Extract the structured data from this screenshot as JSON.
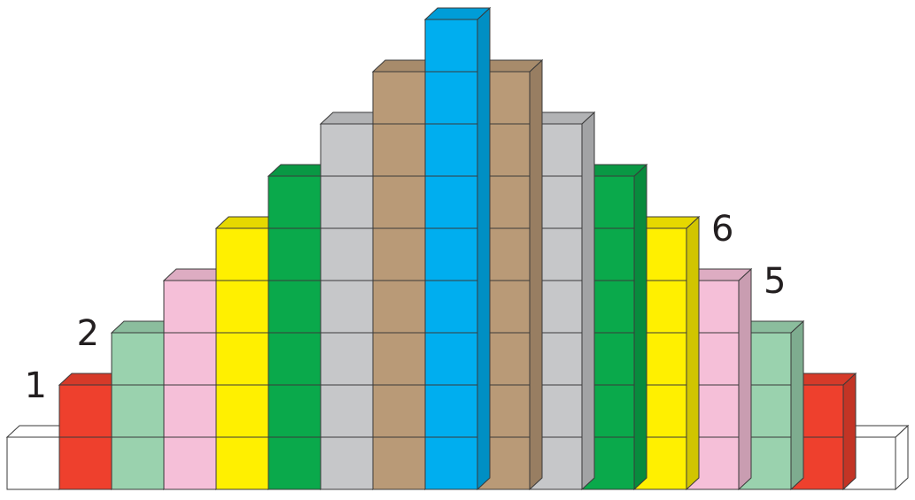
{
  "diagram": {
    "type": "cube-staircase",
    "columns": [
      {
        "count": 1,
        "color": "#ffffff"
      },
      {
        "count": 2,
        "color": "#ee402d"
      },
      {
        "count": 3,
        "color": "#9ad2ae"
      },
      {
        "count": 4,
        "color": "#f5bfd8"
      },
      {
        "count": 5,
        "color": "#fff000"
      },
      {
        "count": 6,
        "color": "#0aa94b"
      },
      {
        "count": 7,
        "color": "#c6c7c9"
      },
      {
        "count": 8,
        "color": "#b99a77"
      },
      {
        "count": 9,
        "color": "#00aeef"
      },
      {
        "count": 8,
        "color": "#b99a77"
      },
      {
        "count": 7,
        "color": "#c6c7c9"
      },
      {
        "count": 6,
        "color": "#0aa94b"
      },
      {
        "count": 5,
        "color": "#fff000"
      },
      {
        "count": 4,
        "color": "#f5bfd8"
      },
      {
        "count": 3,
        "color": "#9ad2ae"
      },
      {
        "count": 2,
        "color": "#ee402d"
      },
      {
        "count": 1,
        "color": "#ffffff"
      }
    ],
    "labels": [
      {
        "text": "1",
        "column": 1
      },
      {
        "text": "2",
        "column": 2
      },
      {
        "text": "6",
        "column": 12
      },
      {
        "text": "5",
        "column": 13
      }
    ]
  }
}
